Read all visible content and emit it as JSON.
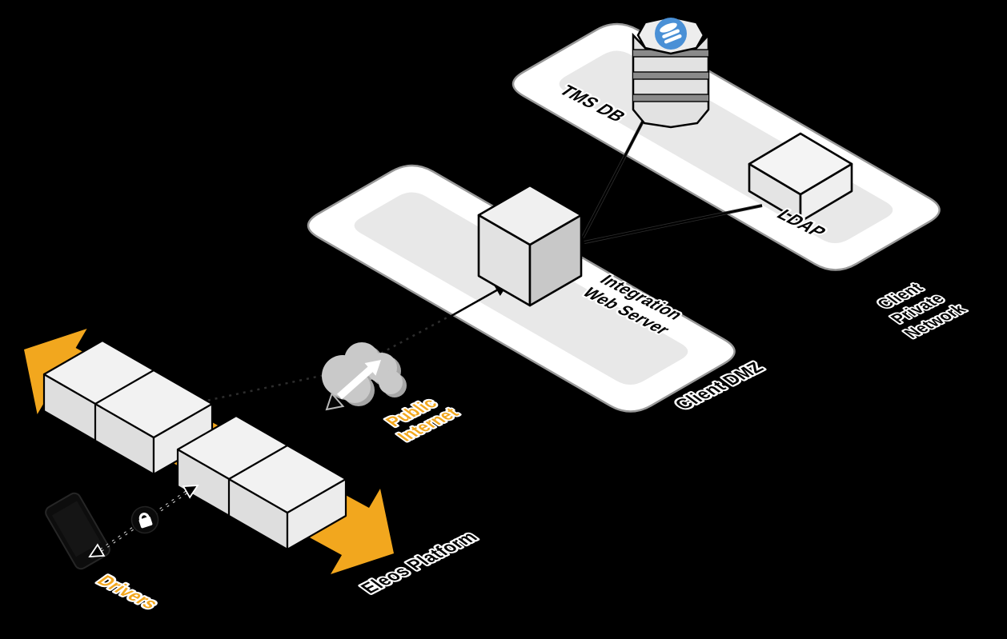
{
  "diagram": {
    "nodes": {
      "tms_db": {
        "label": "TMS DB"
      },
      "ldap": {
        "label": "LDAP"
      },
      "integration": {
        "line1": "Integration",
        "line2": "Web Server"
      }
    },
    "zones": {
      "client_private_network": {
        "line1": "Client",
        "line2": "Private",
        "line3": "Network"
      },
      "client_dmz": {
        "label": "Client DMZ"
      },
      "eleos_platform": {
        "label": "Eleos Platform"
      }
    },
    "actors": {
      "drivers": {
        "label": "Drivers"
      },
      "public_internet": {
        "line1": "Public",
        "line2": "Internet"
      }
    },
    "icons": {
      "database": "database-icon",
      "cloud": "cloud-sync-icon",
      "lock": "lock-icon",
      "phone": "smartphone-icon"
    },
    "colors": {
      "background": "#000000",
      "accent_orange": "#F2A71E",
      "db_icon_blue": "#4A90D6",
      "platform_fill": "#FFFFFF",
      "panel_fill": "#E8E8E8"
    }
  }
}
